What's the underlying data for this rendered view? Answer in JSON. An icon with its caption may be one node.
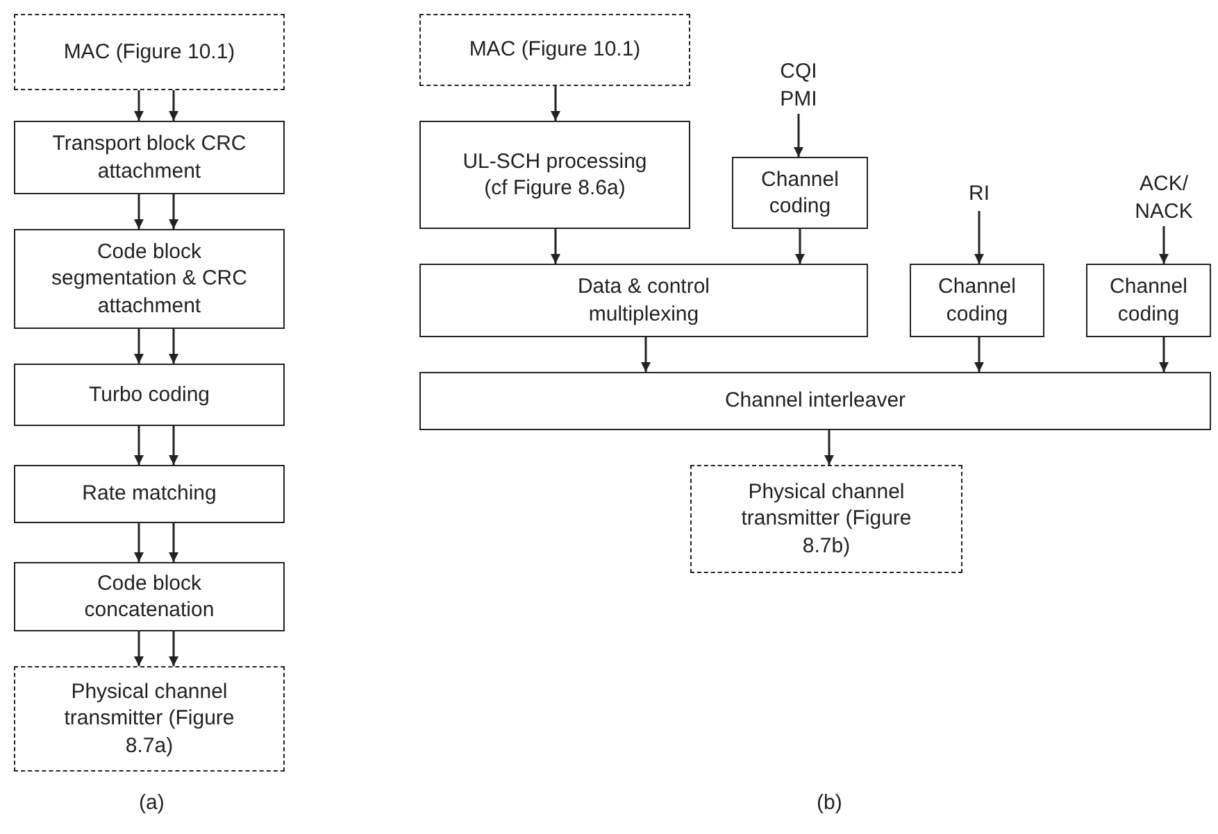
{
  "diagram": {
    "nodes": [
      {
        "text": [
          "MAC (Figure 10.1)"
        ]
      },
      {
        "text": [
          "Transport block CRC attachment"
        ]
      },
      {
        "text": [
          "Code block segmentation & CRC attachment"
        ]
      },
      {
        "text": [
          "Turbo coding"
        ]
      },
      {
        "text": [
          "Rate matching"
        ]
      },
      {
        "text": [
          "Code block concatenation"
        ]
      },
      {
        "text": [
          "Physical channel transmitter (Figure 8.7a)"
        ]
      },
      {
        "text": [
          "MAC (Figure 10.1)"
        ]
      },
      {
        "text": [
          "UL-SCH processing (cf Figure 8.6a)"
        ]
      },
      {
        "text": [
          "CQI PMI"
        ]
      },
      {
        "text": [
          "Channel coding"
        ]
      },
      {
        "text": [
          "RI"
        ]
      },
      {
        "text": [
          "ACK/ NACK"
        ]
      },
      {
        "text": [
          "Data & control multiplexing"
        ]
      },
      {
        "text": [
          "Channel coding"
        ]
      },
      {
        "text": [
          "Channel coding"
        ]
      },
      {
        "text": [
          "Channel interleaver"
        ]
      },
      {
        "text": [
          "Physical channel transmitter (Figure 8.7b)"
        ]
      }
    ],
    "edges": [
      {
        "from": 0,
        "to": 1,
        "arrow": "to"
      },
      {
        "from": 0,
        "to": 1,
        "arrow": "to"
      },
      {
        "from": 1,
        "to": 2,
        "arrow": "to"
      },
      {
        "from": 1,
        "to": 2,
        "arrow": "to"
      },
      {
        "from": 2,
        "to": 3,
        "arrow": "to"
      },
      {
        "from": 2,
        "to": 3,
        "arrow": "to"
      },
      {
        "from": 3,
        "to": 4,
        "arrow": "to"
      },
      {
        "from": 3,
        "to": 4,
        "arrow": "to"
      },
      {
        "from": 4,
        "to": 5,
        "arrow": "to"
      },
      {
        "from": 4,
        "to": 5,
        "arrow": "to"
      },
      {
        "from": 5,
        "to": 6,
        "arrow": "to"
      },
      {
        "from": 5,
        "to": 6,
        "arrow": "to"
      },
      {
        "from": 7,
        "to": 8,
        "arrow": "to"
      },
      {
        "from": 9,
        "to": 10,
        "arrow": "to"
      },
      {
        "from": 8,
        "to": 13,
        "arrow": "to"
      },
      {
        "from": 10,
        "to": 13,
        "arrow": "to"
      },
      {
        "from": 11,
        "to": 14,
        "arrow": "to"
      },
      {
        "from": 12,
        "to": 15,
        "arrow": "to"
      },
      {
        "from": 13,
        "to": 16,
        "arrow": "to"
      },
      {
        "from": 14,
        "to": 16,
        "arrow": "to"
      },
      {
        "from": 15,
        "to": 16,
        "arrow": "to"
      },
      {
        "from": 16,
        "to": 17,
        "arrow": "to"
      }
    ],
    "labels": [
      "(a)",
      "(b)"
    ]
  }
}
